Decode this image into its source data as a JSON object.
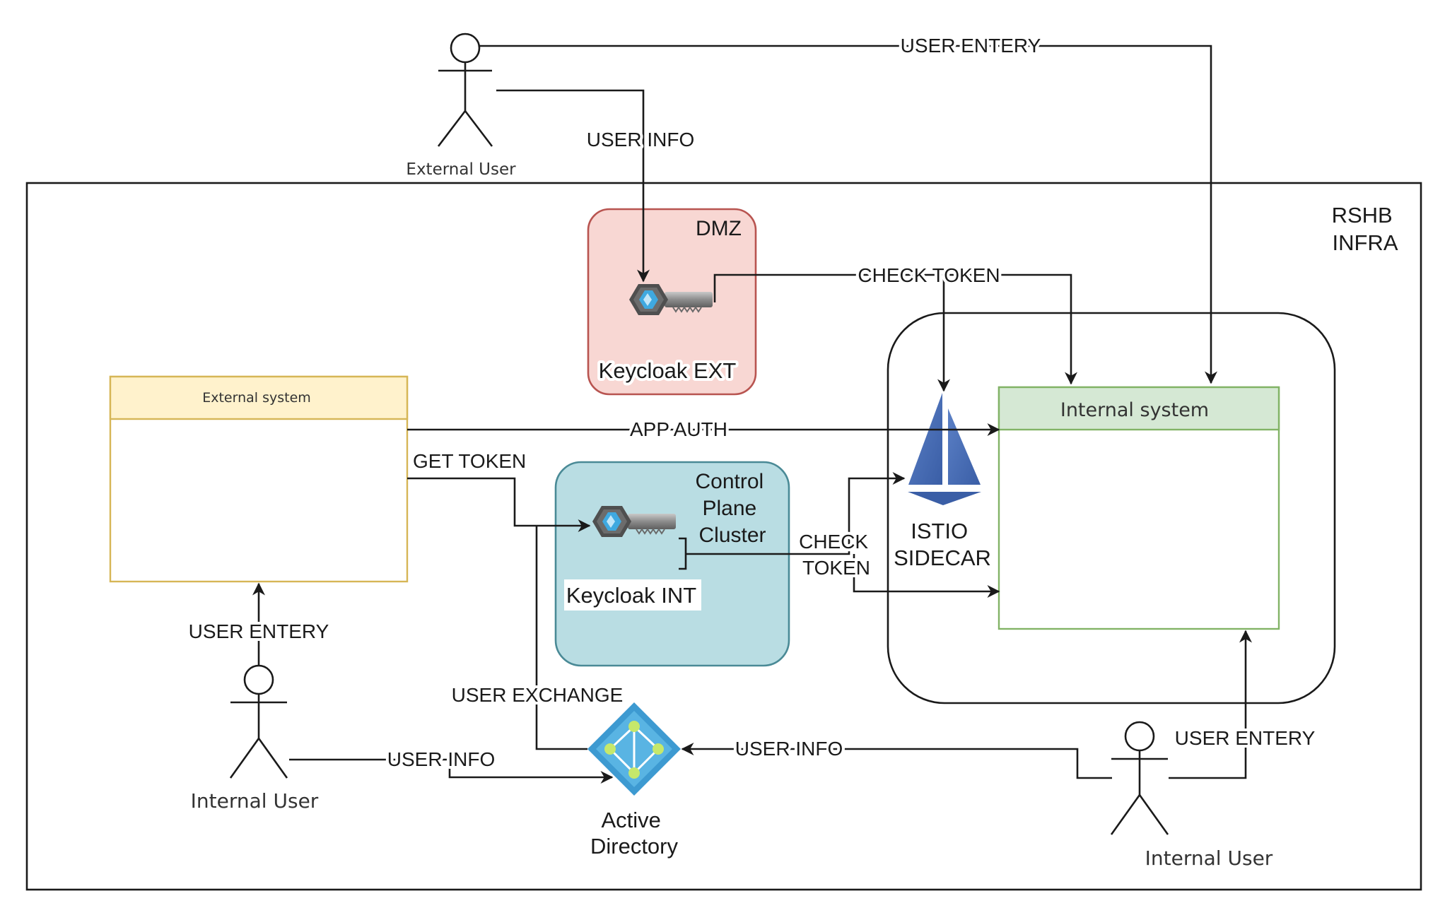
{
  "container": {
    "label": "RSHB\nINFRA"
  },
  "zones": {
    "dmz": {
      "label": "DMZ",
      "component": "Keycloak EXT"
    },
    "control_plane": {
      "label": "Control\nPlane\nCluster",
      "component": "Keycloak INT"
    }
  },
  "systems": {
    "external": {
      "header": "External system"
    },
    "internal": {
      "header": "Internal system"
    }
  },
  "nodes": {
    "istio": "ISTIO\nSIDECAR",
    "active_directory": "Active\nDirectory"
  },
  "actors": {
    "external_user": "External User",
    "internal_user_left": "Internal User",
    "internal_user_right": "Internal User"
  },
  "edges": {
    "user_entery_top": "USER ENTERY",
    "user_info_top": "USER INFO",
    "check_token_top": "CHECK TOKEN",
    "app_auth": "APP AUTH",
    "get_token": "GET TOKEN",
    "check_token_mid": "CHECK\nTOKEN",
    "user_entery_left": "USER ENTERY",
    "user_exchange": "USER EXCHANGE",
    "user_info_left": "USER INFO",
    "user_info_right": "USER INFO",
    "user_entery_right": "USER ENTERY"
  },
  "colors": {
    "dmz_fill": "#f8d7d3",
    "dmz_stroke": "#b85450",
    "control_fill": "#b9dde3",
    "control_stroke": "#4a8a96",
    "external_header": "#fff2cc",
    "external_stroke": "#d6b656",
    "internal_header": "#d5e8d4",
    "internal_stroke": "#82b366",
    "istio": "#466bb0",
    "azure": "#3d9ad1"
  }
}
